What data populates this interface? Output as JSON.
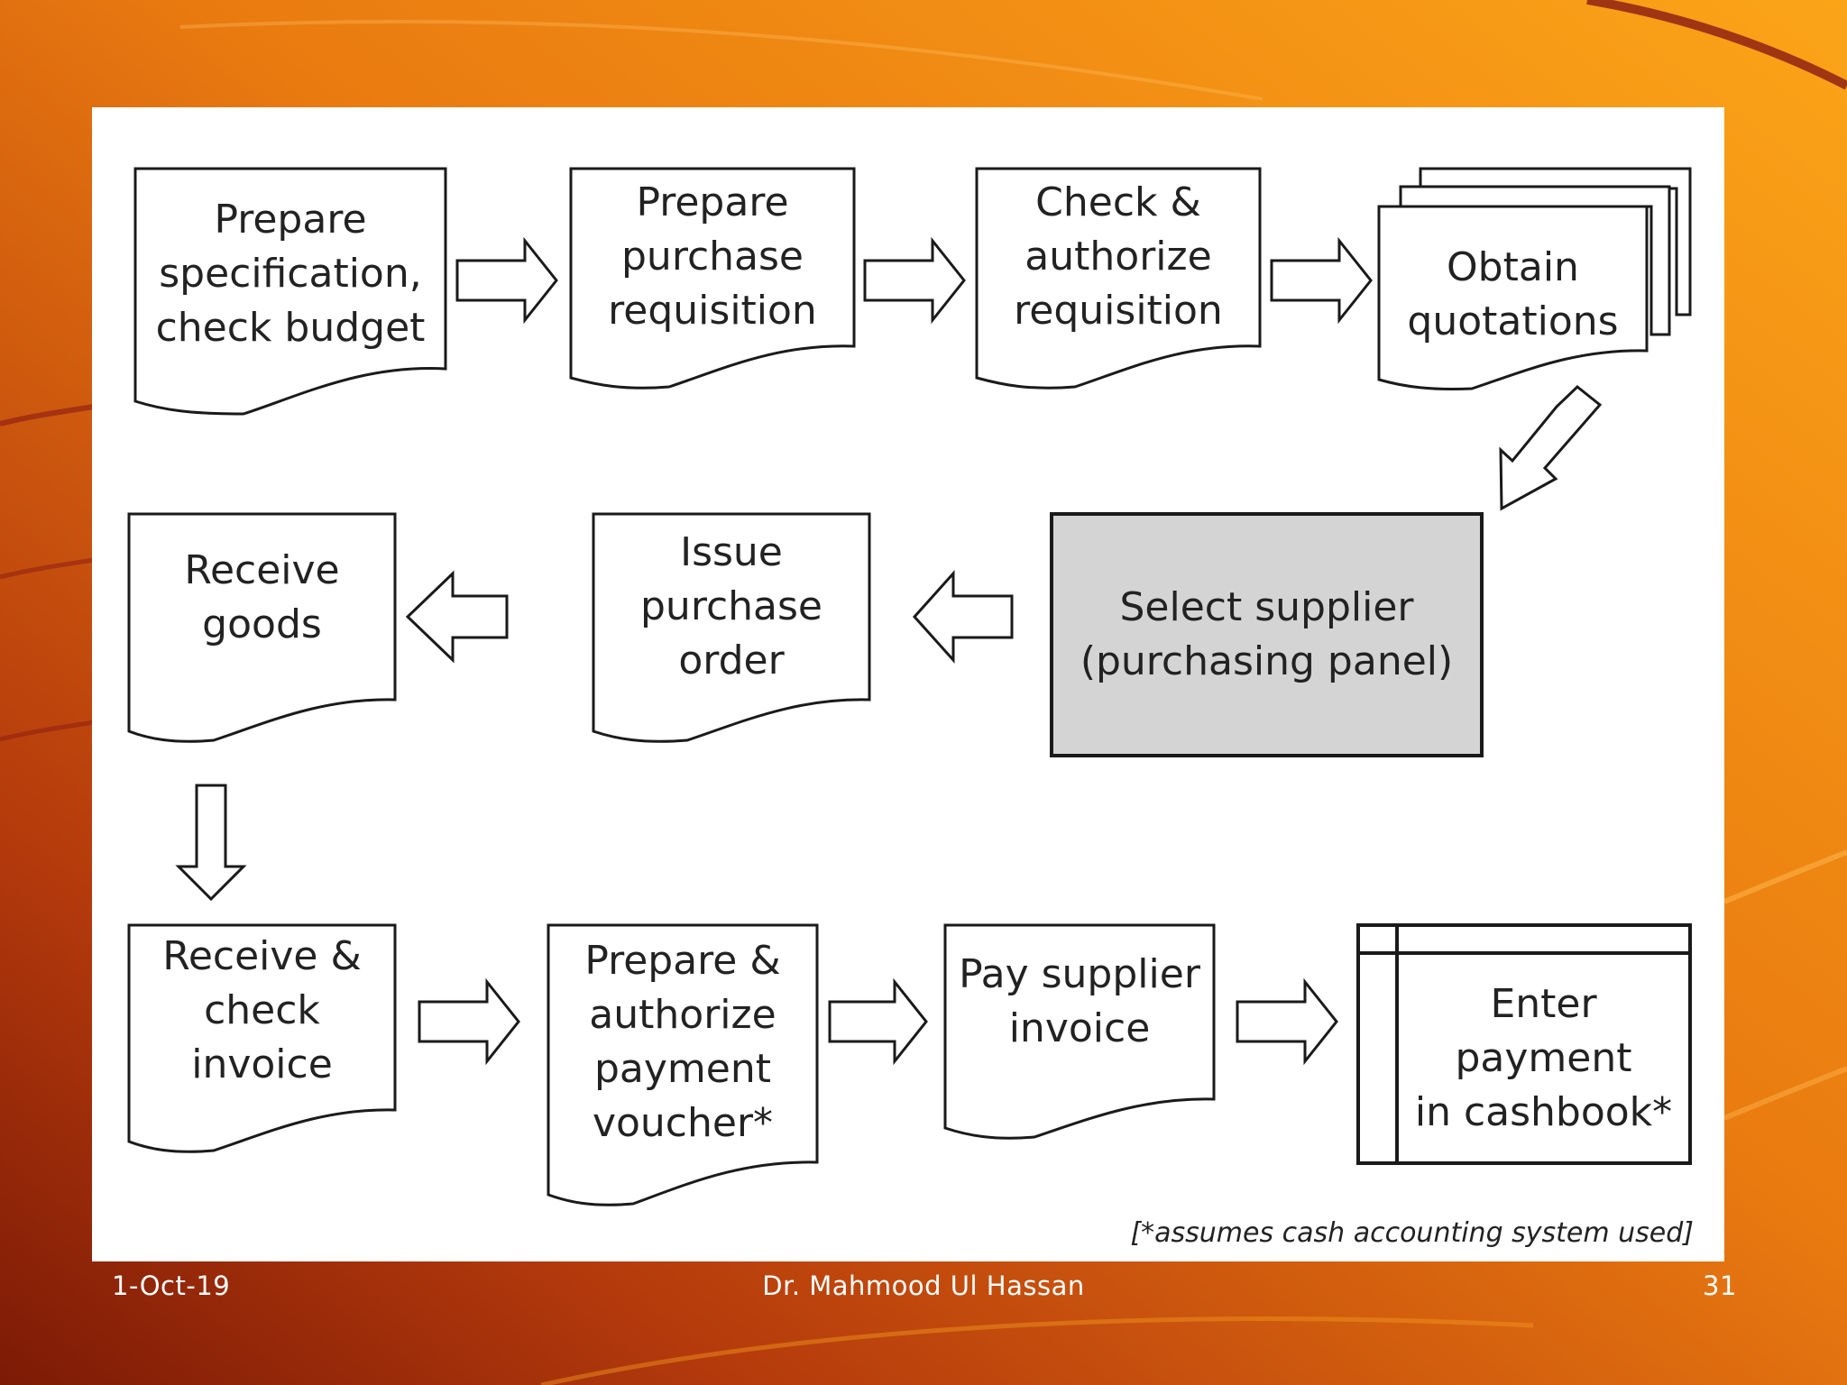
{
  "slide": {
    "footer_date": "1-Oct-19",
    "footer_author": "Dr. Mahmood Ul Hassan",
    "footer_page": "31",
    "colors": {
      "background_light": "#f7a11a",
      "background_dark": "#8a1f08",
      "highlight_fill": "#d4d4d4"
    }
  },
  "diagram": {
    "steps": [
      {
        "label": "Prepare\nspecification,\ncheck budget",
        "shape": "document"
      },
      {
        "label": "Prepare\npurchase\nrequisition",
        "shape": "document"
      },
      {
        "label": "Check &\nauthorize\nrequisition",
        "shape": "document"
      },
      {
        "label": "Obtain\nquotations",
        "shape": "multi-document"
      },
      {
        "label": "Select supplier\n(purchasing panel)",
        "shape": "process-highlighted"
      },
      {
        "label": "Issue\npurchase\norder",
        "shape": "document"
      },
      {
        "label": "Receive\ngoods",
        "shape": "document"
      },
      {
        "label": "Receive &\ncheck\ninvoice",
        "shape": "document"
      },
      {
        "label": "Prepare &\nauthorize\npayment\nvoucher*",
        "shape": "document"
      },
      {
        "label": "Pay supplier\ninvoice",
        "shape": "document"
      },
      {
        "label": "Enter payment\nin cashbook*",
        "shape": "ledger"
      }
    ],
    "footnote": "[*assumes cash accounting system used]"
  }
}
